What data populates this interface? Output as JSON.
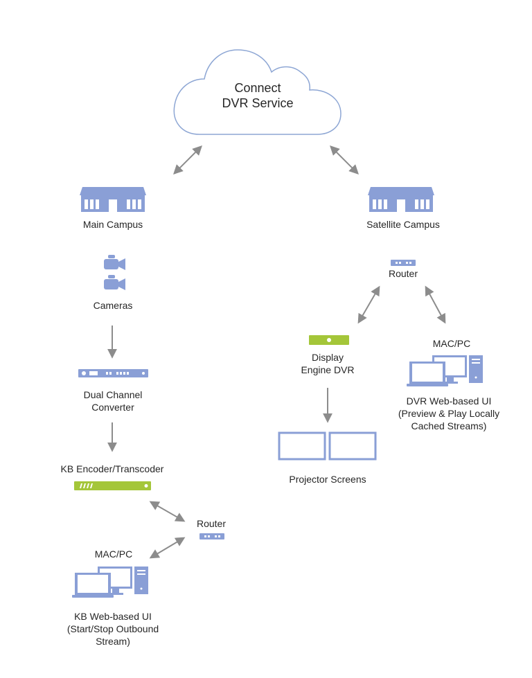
{
  "cloud": {
    "line1": "Connect",
    "line2": "DVR Service"
  },
  "main": {
    "campus": "Main Campus",
    "cameras": "Cameras",
    "converter": {
      "line1": "Dual Channel",
      "line2": "Converter"
    },
    "encoder": "KB Encoder/Transcoder",
    "router": "Router",
    "macpc": "MAC/PC",
    "ui": {
      "line1": "KB Web-based UI",
      "line2": "(Start/Stop Outbound",
      "line3": "Stream)"
    }
  },
  "satellite": {
    "campus": "Satellite Campus",
    "router": "Router",
    "display": {
      "line1": "Display",
      "line2": "Engine DVR"
    },
    "screens": "Projector Screens",
    "macpc": "MAC/PC",
    "ui": {
      "line1": "DVR Web-based UI",
      "line2": "(Preview & Play Locally",
      "line3": "Cached Streams)"
    }
  },
  "colors": {
    "icon_blue": "#8a9fd6",
    "icon_green": "#a4c639",
    "arrow_gray": "#8c8c8c",
    "cloud_stroke": "#8da6d4"
  },
  "icons": [
    "cloud-icon",
    "building-icon",
    "camera-icon",
    "rack-device-icon",
    "router-icon",
    "encoder-icon",
    "computer-icon",
    "projector-screen-icon"
  ]
}
